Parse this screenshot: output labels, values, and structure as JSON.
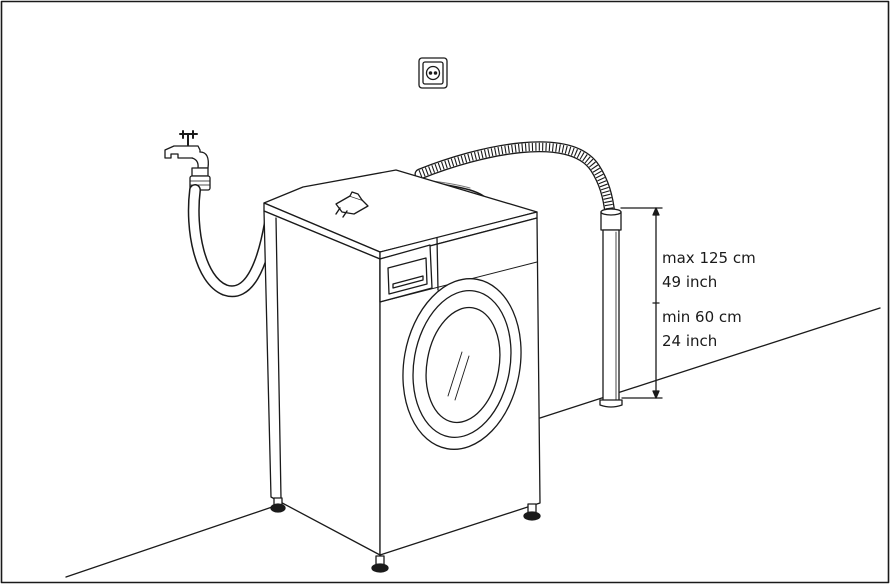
{
  "height_spec": {
    "max_metric": "max 125 cm",
    "max_imperial": "49 inch",
    "min_metric": "min 60 cm",
    "min_imperial": "24 inch"
  }
}
